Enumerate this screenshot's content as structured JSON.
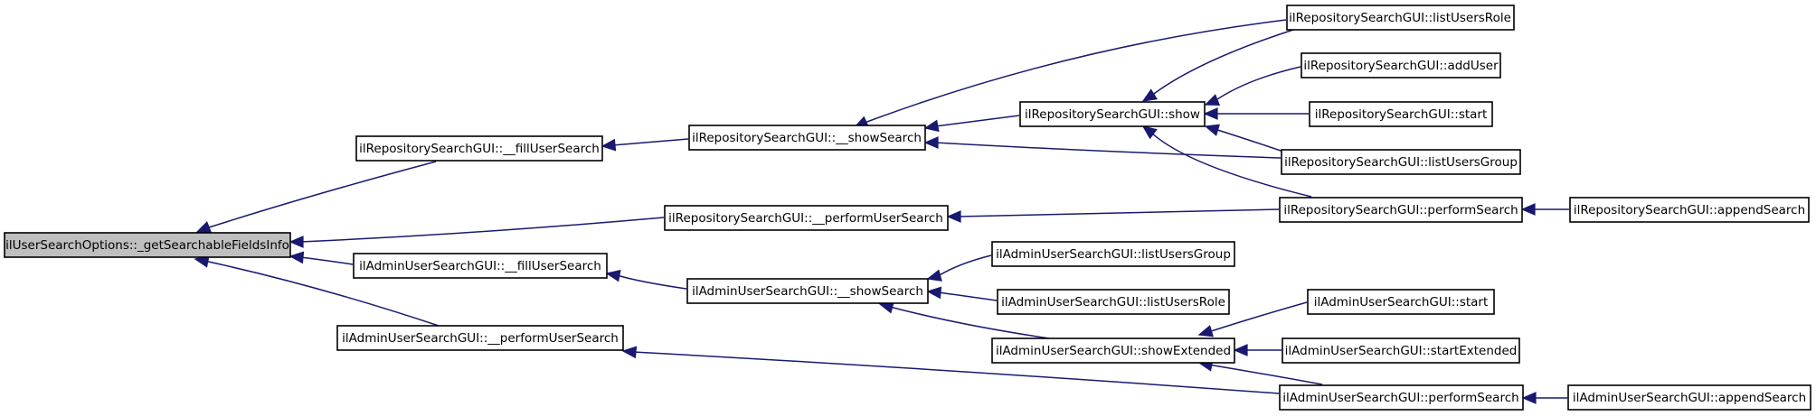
{
  "colors": {
    "edge": "#191970",
    "focus_node_fill": "#bfbfbf",
    "node_fill": "#ffffff",
    "node_border": "#000000"
  },
  "graph": {
    "nodes": {
      "focus": "ilUserSearchOptions::_getSearchableFieldsInfo",
      "repo_fill_user_search": "ilRepositorySearchGUI::__fillUserSearch",
      "repo_perform_user_search_private": "ilRepositorySearchGUI::__performUserSearch",
      "admin_fill_user_search": "ilAdminUserSearchGUI::__fillUserSearch",
      "admin_perform_user_search_private": "ilAdminUserSearchGUI::__performUserSearch",
      "repo_show_search": "ilRepositorySearchGUI::__showSearch",
      "repo_show": "ilRepositorySearchGUI::show",
      "repo_list_users_role": "ilRepositorySearchGUI::listUsersRole",
      "repo_add_user": "ilRepositorySearchGUI::addUser",
      "repo_start": "ilRepositorySearchGUI::start",
      "repo_list_users_group": "ilRepositorySearchGUI::listUsersGroup",
      "repo_perform_search": "ilRepositorySearchGUI::performSearch",
      "repo_append_search": "ilRepositorySearchGUI::appendSearch",
      "admin_show_search": "ilAdminUserSearchGUI::__showSearch",
      "admin_list_users_group": "ilAdminUserSearchGUI::listUsersGroup",
      "admin_list_users_role": "ilAdminUserSearchGUI::listUsersRole",
      "admin_show_extended": "ilAdminUserSearchGUI::showExtended",
      "admin_start": "ilAdminUserSearchGUI::start",
      "admin_start_extended": "ilAdminUserSearchGUI::startExtended",
      "admin_perform_search": "ilAdminUserSearchGUI::performSearch",
      "admin_append_search": "ilAdminUserSearchGUI::appendSearch"
    }
  }
}
